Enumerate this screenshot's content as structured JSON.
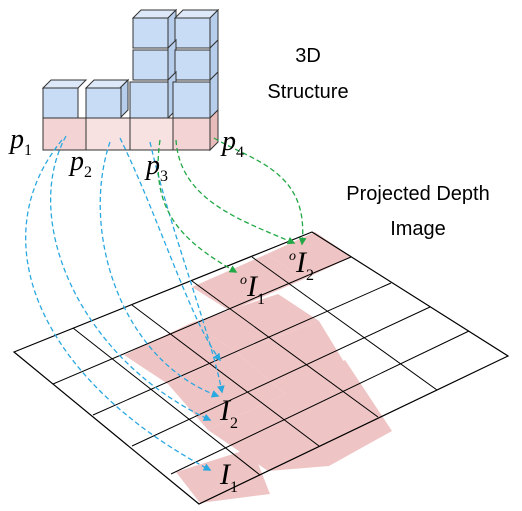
{
  "title_3d": [
    "3D",
    "Structure"
  ],
  "title_projected": [
    "Projected Depth",
    "Image"
  ],
  "points": [
    {
      "base": "p",
      "sub": "1"
    },
    {
      "base": "p",
      "sub": "2"
    },
    {
      "base": "p",
      "sub": "3"
    },
    {
      "base": "p",
      "sub": "4"
    }
  ],
  "grid_labels": [
    {
      "prefix": "",
      "base": "I",
      "sub": "1"
    },
    {
      "prefix": "",
      "base": "I",
      "sub": "2"
    },
    {
      "prefix": "o",
      "base": "I",
      "sub": "1"
    },
    {
      "prefix": "o",
      "base": "I",
      "sub": "2"
    }
  ],
  "colors": {
    "cube_blue": "#c9dcf5",
    "cube_pink": "#f3d3d3",
    "cell_pink": "#efc4c4",
    "arrow_cyan": "#2aa8e0",
    "arrow_green": "#22a845"
  }
}
